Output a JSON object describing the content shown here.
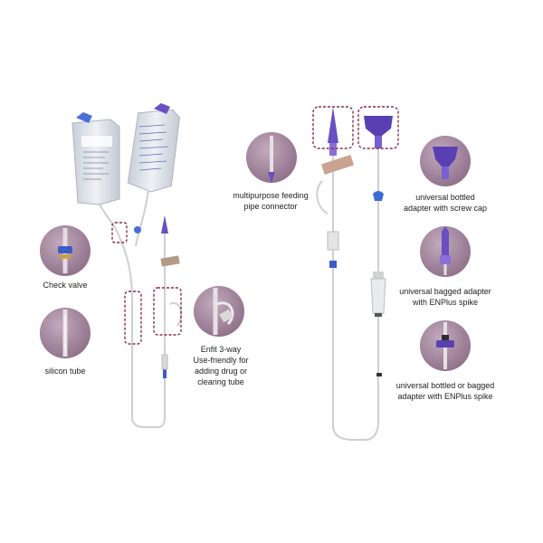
{
  "labels": {
    "check_valve": "Check valve",
    "silicon_tube": "silicon tube",
    "enfit_3way": [
      "Enfit 3-way",
      "Use-friendly for",
      "adding drug or",
      "clearing tube"
    ],
    "multipurpose": [
      "multipurpose feeding",
      "pipe connector"
    ],
    "screw_cap": [
      "universal bottled",
      "adapter with screw cap"
    ],
    "bagged_adapter": [
      "universal bagged adapter",
      "with ENPlus spike"
    ],
    "bottled_or_bagged": [
      "universal bottled or bagged",
      "adapter with ENPlus spike"
    ]
  },
  "colors": {
    "circle_fill": "#a58aa0",
    "dashed_frame": "#8a2d4a",
    "accent_purple": "#6a4fc2",
    "tube": "#d2d2d2",
    "bag": "#dfe3ea"
  }
}
